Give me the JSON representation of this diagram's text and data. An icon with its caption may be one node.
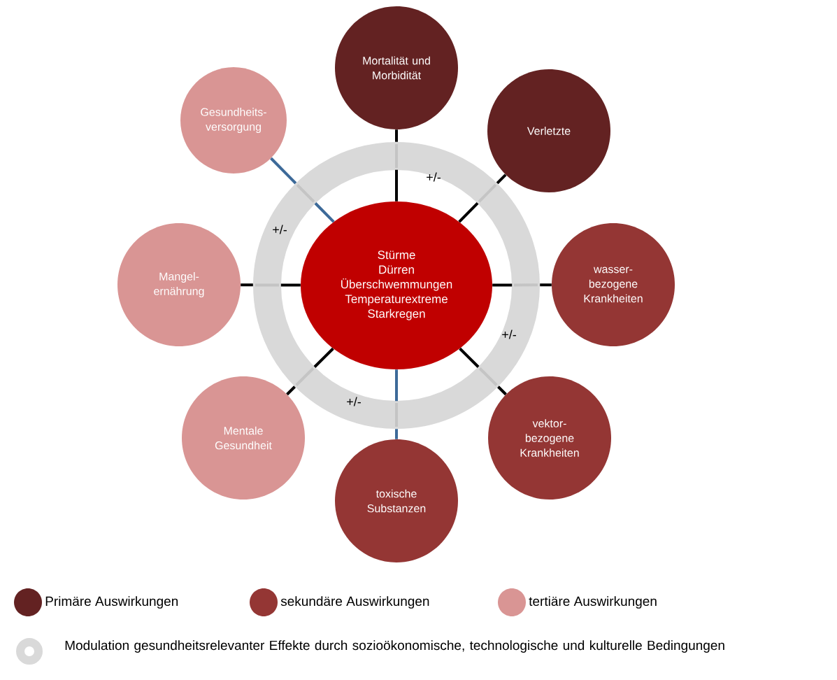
{
  "diagram": {
    "nodes": [
      {
        "text": [
          "Stürme",
          "Dürren",
          "Überschwemmungen",
          "Temperaturextreme",
          "Starkregen"
        ]
      },
      {
        "text": [
          "Mortalität und Morbidität"
        ]
      },
      {
        "text": [
          "Verletzte"
        ]
      },
      {
        "text": [
          "wasser- bezogene Krankheiten"
        ]
      },
      {
        "text": [
          "vektor- bezogene Krankheiten"
        ]
      },
      {
        "text": [
          "toxische Substanzen"
        ]
      },
      {
        "text": [
          "Mentale Gesundheit"
        ]
      },
      {
        "text": [
          "Mangel- ernährung"
        ]
      },
      {
        "text": [
          "Gesundheits- versorgung"
        ]
      }
    ],
    "edges": [
      {
        "from": 0,
        "to": 1,
        "arrow": "none"
      },
      {
        "from": 0,
        "to": 2,
        "arrow": "none"
      },
      {
        "from": 0,
        "to": 3,
        "arrow": "none"
      },
      {
        "from": 0,
        "to": 4,
        "arrow": "none"
      },
      {
        "from": 0,
        "to": 5,
        "arrow": "none",
        "color": "#3d6a99"
      },
      {
        "from": 0,
        "to": 6,
        "arrow": "none"
      },
      {
        "from": 0,
        "to": 7,
        "arrow": "none"
      },
      {
        "from": 0,
        "to": 8,
        "arrow": "none",
        "color": "#3d6a99"
      }
    ],
    "labels": [
      "+/-",
      "+/-",
      "+/-",
      "+/-"
    ],
    "legend": [
      {
        "text": "Primäre Auswirkungen",
        "color": "#632222"
      },
      {
        "text": "sekundäre Auswirkungen",
        "color": "#943634"
      },
      {
        "text": "tertiäre Auswirkungen",
        "color": "#d99594"
      },
      {
        "text": "Modulation gesundheitsrelevanter Effekte durch sozioökonomische, technologische und kulturelle Bedingungen"
      }
    ]
  }
}
